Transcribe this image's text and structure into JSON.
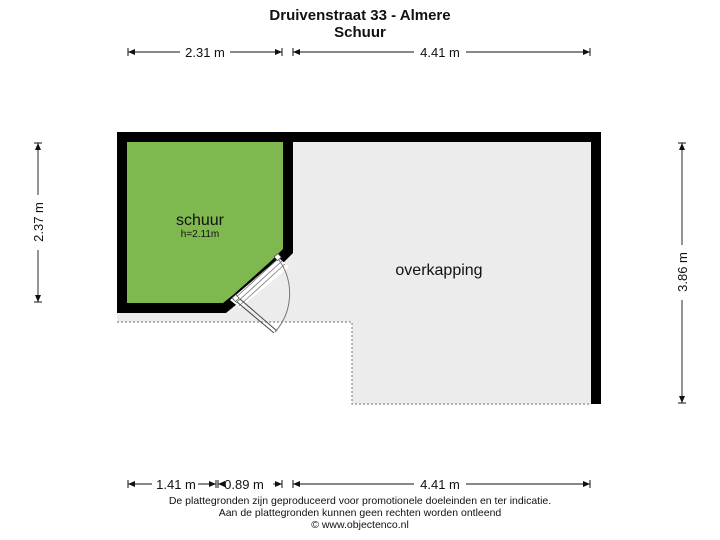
{
  "header": {
    "title": "Druivenstraat 33 - Almere",
    "subtitle": "Schuur"
  },
  "dimensions": {
    "top_left": "2.31 m",
    "top_right": "4.41 m",
    "left": "2.37 m",
    "right": "3.86 m",
    "bottom_a": "1.41 m",
    "bottom_b": "0.89 m",
    "bottom_c": "4.41 m"
  },
  "rooms": {
    "schuur": {
      "name": "schuur",
      "height": "h=2.11m",
      "fill": "#7fb84e"
    },
    "overkapping": {
      "name": "overkapping",
      "fill": "#ececec"
    }
  },
  "colors": {
    "wall": "#000000",
    "dashed_outline": "#8a8a8a"
  },
  "footer": {
    "line1": "De plattegronden zijn geproduceerd voor promotionele doeleinden en ter indicatie.",
    "line2": "Aan de plattegronden kunnen geen rechten worden ontleend",
    "line3": "© www.objectenco.nl"
  }
}
